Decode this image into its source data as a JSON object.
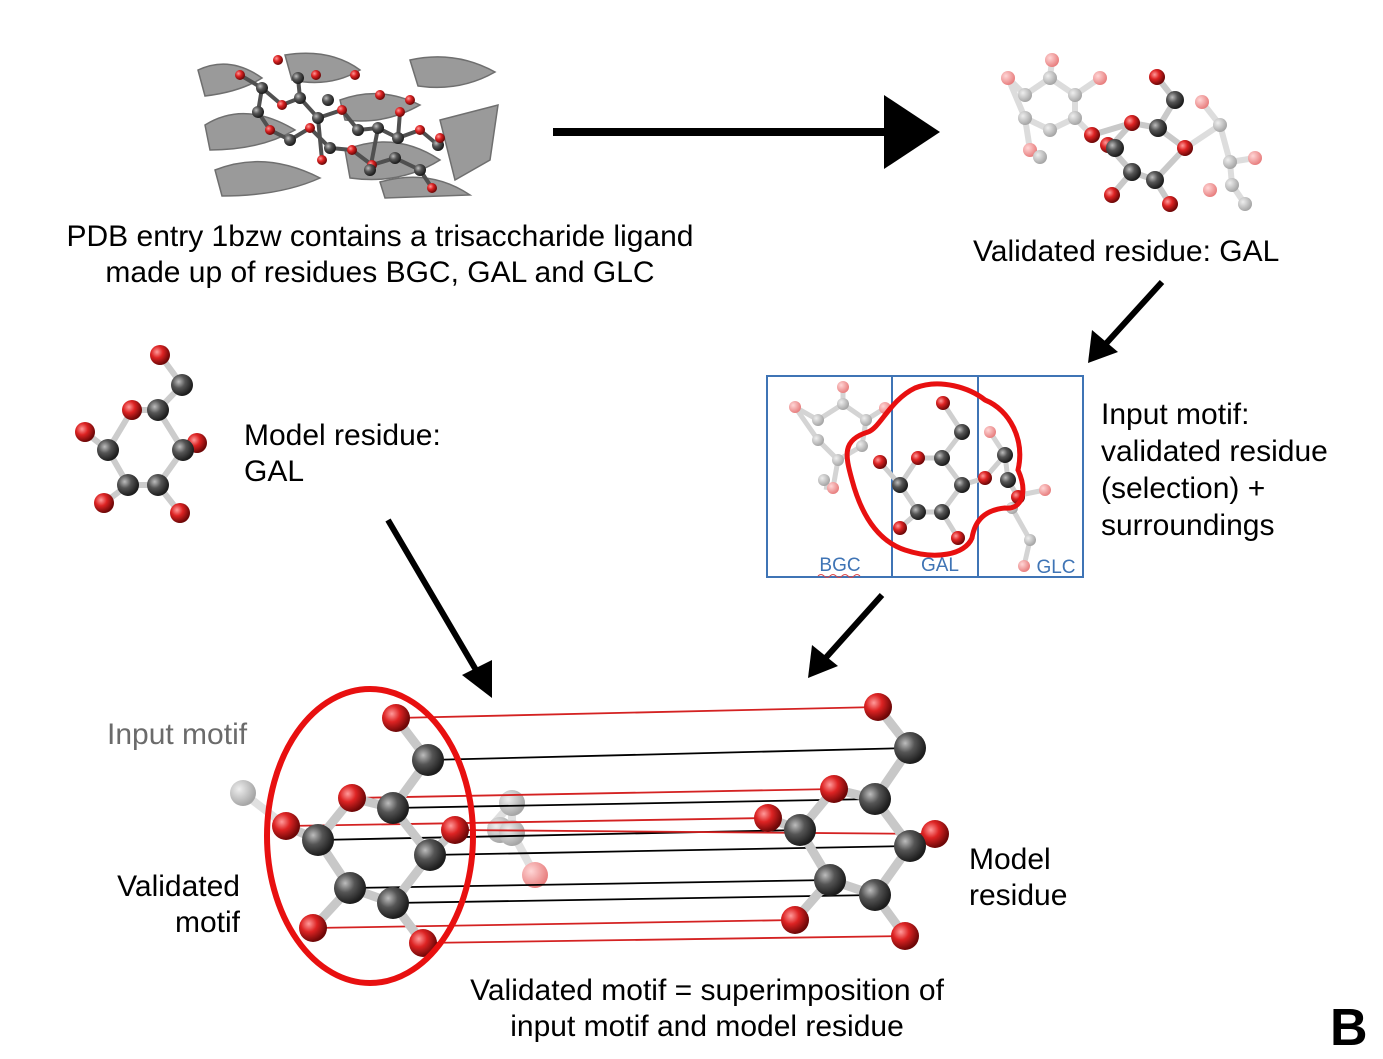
{
  "caption_pdb": {
    "line1": "PDB entry 1bzw contains a trisaccharide ligand",
    "line2": "made up of residues BGC, GAL and GLC"
  },
  "caption_validated_residue": "Validated residue: GAL",
  "caption_model_residue": {
    "line1": "Model residue:",
    "line2": "GAL"
  },
  "caption_input_motif_panel": {
    "line1": "Input motif:",
    "line2": "validated residue",
    "line3": "(selection) +",
    "line4": "surroundings"
  },
  "panel_labels": {
    "left": "BGC",
    "middle": "GAL",
    "right": "GLC"
  },
  "superposition_labels": {
    "input_motif": "Input motif",
    "validated_motif_line1": "Validated",
    "validated_motif_line2": "motif",
    "model_residue_line1": "Model",
    "model_residue_line2": "residue"
  },
  "caption_bottom": {
    "line1": "Validated motif = superimposition of",
    "line2": "input motif and model residue"
  },
  "figure_letter": "B",
  "colors": {
    "oxygen": "#d42222",
    "carbon": "#4a4a4a",
    "faded_oxygen": "#ee8a8a",
    "faded_carbon": "#b4b4b4",
    "selection_outline": "#e81010",
    "panel_border": "#3f74b5",
    "arrow": "#000000"
  }
}
